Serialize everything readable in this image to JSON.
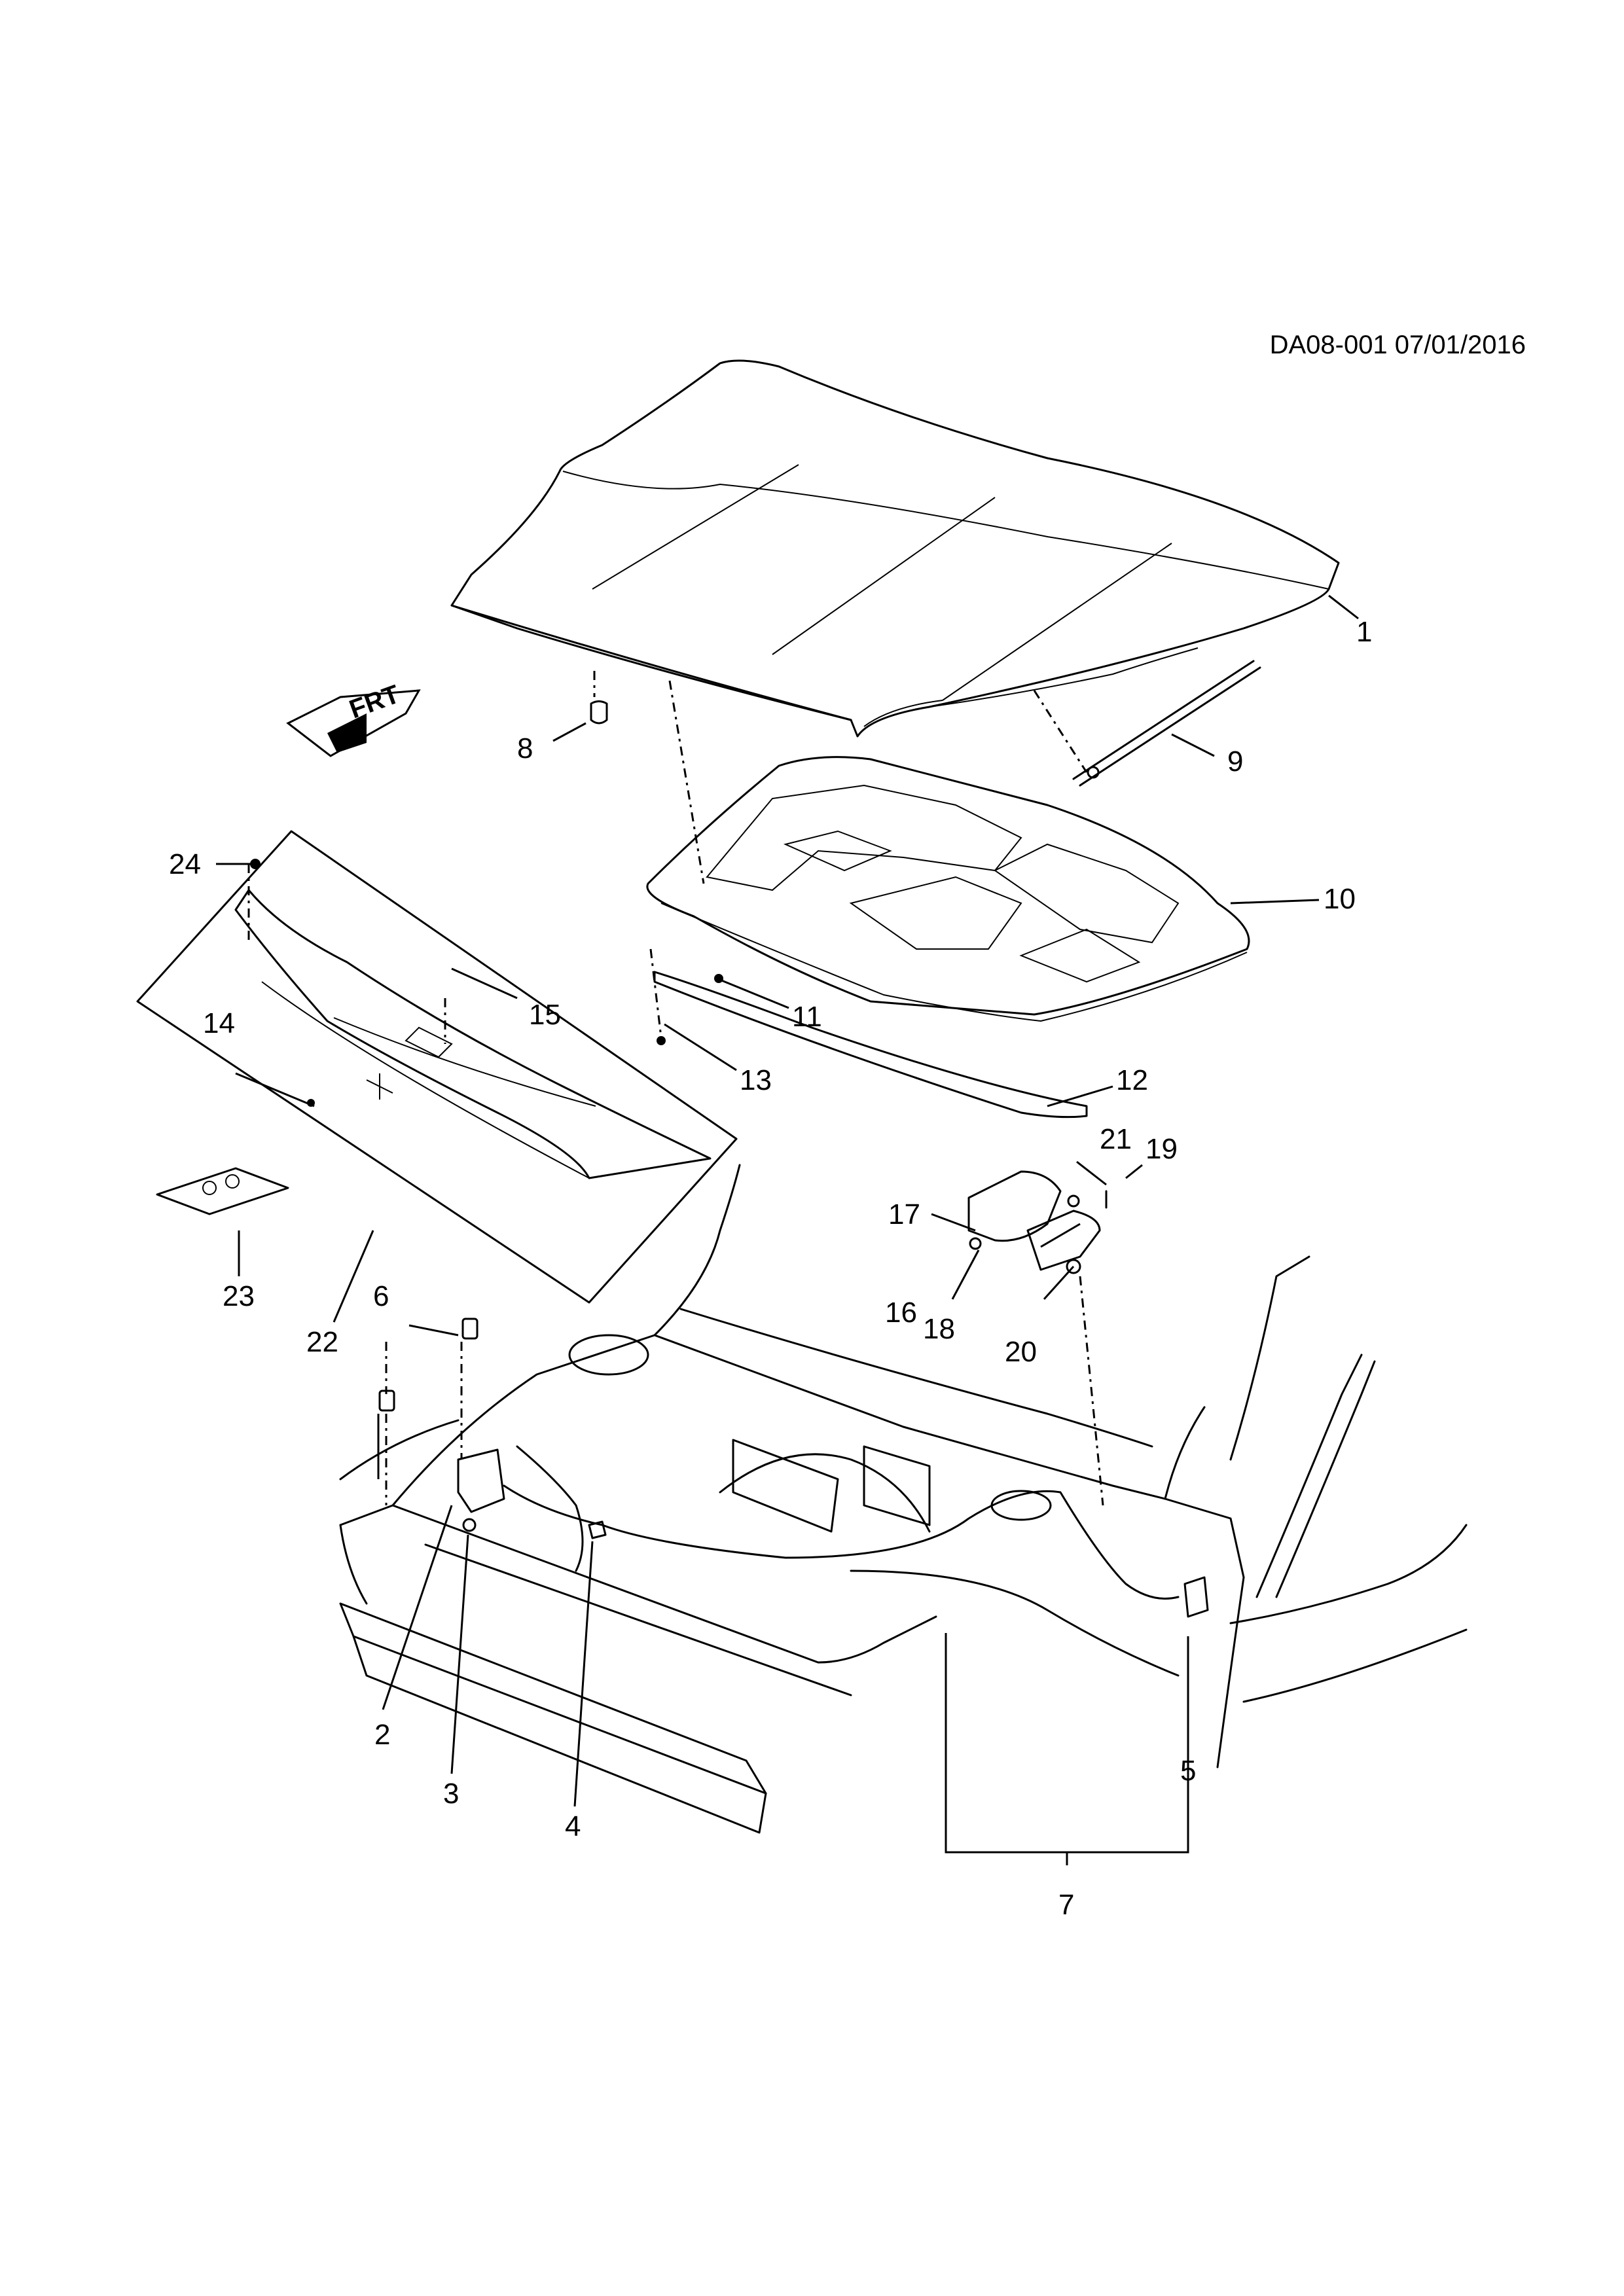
{
  "header": {
    "reference": "DA08-001 07/01/2016"
  },
  "direction_marker": {
    "text": "FRT"
  },
  "callouts": [
    {
      "id": "1",
      "label": "1"
    },
    {
      "id": "2",
      "label": "2"
    },
    {
      "id": "3",
      "label": "3"
    },
    {
      "id": "4",
      "label": "4"
    },
    {
      "id": "5",
      "label": "5"
    },
    {
      "id": "6",
      "label": "6"
    },
    {
      "id": "7",
      "label": "7"
    },
    {
      "id": "8",
      "label": "8"
    },
    {
      "id": "9",
      "label": "9"
    },
    {
      "id": "10",
      "label": "10"
    },
    {
      "id": "11",
      "label": "11"
    },
    {
      "id": "12",
      "label": "12"
    },
    {
      "id": "13",
      "label": "13"
    },
    {
      "id": "14",
      "label": "14"
    },
    {
      "id": "15",
      "label": "15"
    },
    {
      "id": "16",
      "label": "16"
    },
    {
      "id": "17",
      "label": "17"
    },
    {
      "id": "18",
      "label": "18"
    },
    {
      "id": "19",
      "label": "19"
    },
    {
      "id": "20",
      "label": "20"
    },
    {
      "id": "21",
      "label": "21"
    },
    {
      "id": "22",
      "label": "22"
    },
    {
      "id": "23",
      "label": "23"
    },
    {
      "id": "24",
      "label": "24"
    }
  ]
}
